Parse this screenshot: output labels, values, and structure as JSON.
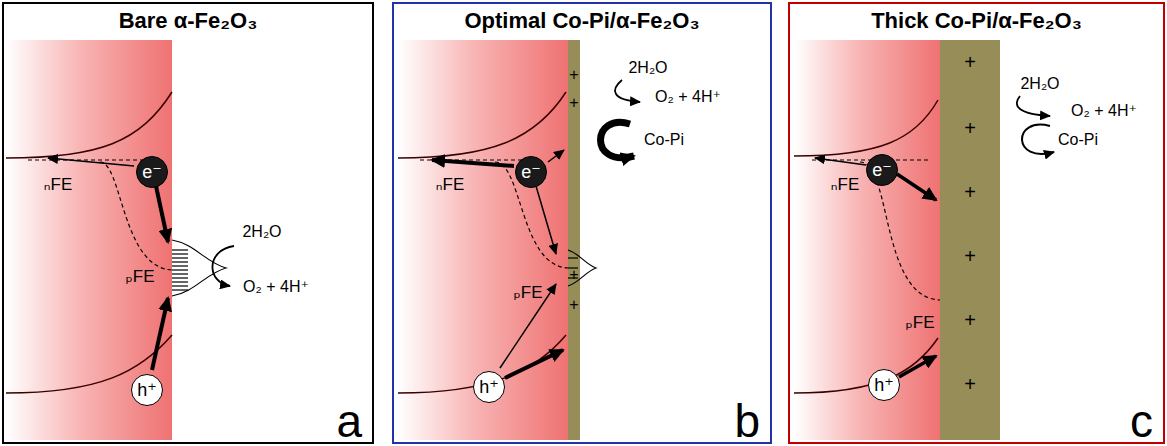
{
  "diagram": {
    "nodes": [
      {
        "text": [
          "Bare α-Fe₂O₃",
          "a"
        ]
      },
      {
        "text": [
          "e⁻"
        ],
        "in": 0
      },
      {
        "text": [
          "h⁺"
        ],
        "in": 0
      },
      {
        "text": [
          "Optimal Co-Pi/α-Fe₂O₃",
          "b"
        ]
      },
      {
        "text": [
          "e⁻"
        ],
        "in": 3
      },
      {
        "text": [
          "h⁺"
        ],
        "in": 3
      },
      {
        "text": [
          "Thick Co-Pi/α-Fe₂O₃",
          "c"
        ]
      },
      {
        "text": [
          "e⁻"
        ],
        "in": 6
      },
      {
        "text": [
          "h⁺"
        ],
        "in": 6
      }
    ],
    "labels": [
      "ₙFE",
      "ₚFE",
      "2H₂O",
      "O₂ + 4H⁺",
      "+",
      "+",
      "2H₂O",
      "O₂ + 4H⁺",
      "Co-Pi",
      "ₙFE",
      "ₚFE",
      "+",
      "+",
      "2H₂O",
      "O₂ + 4H⁺",
      "+",
      "+",
      "+",
      "+",
      "+",
      "+",
      "Co-Pi",
      "ₙFE",
      "ₚFE"
    ]
  }
}
